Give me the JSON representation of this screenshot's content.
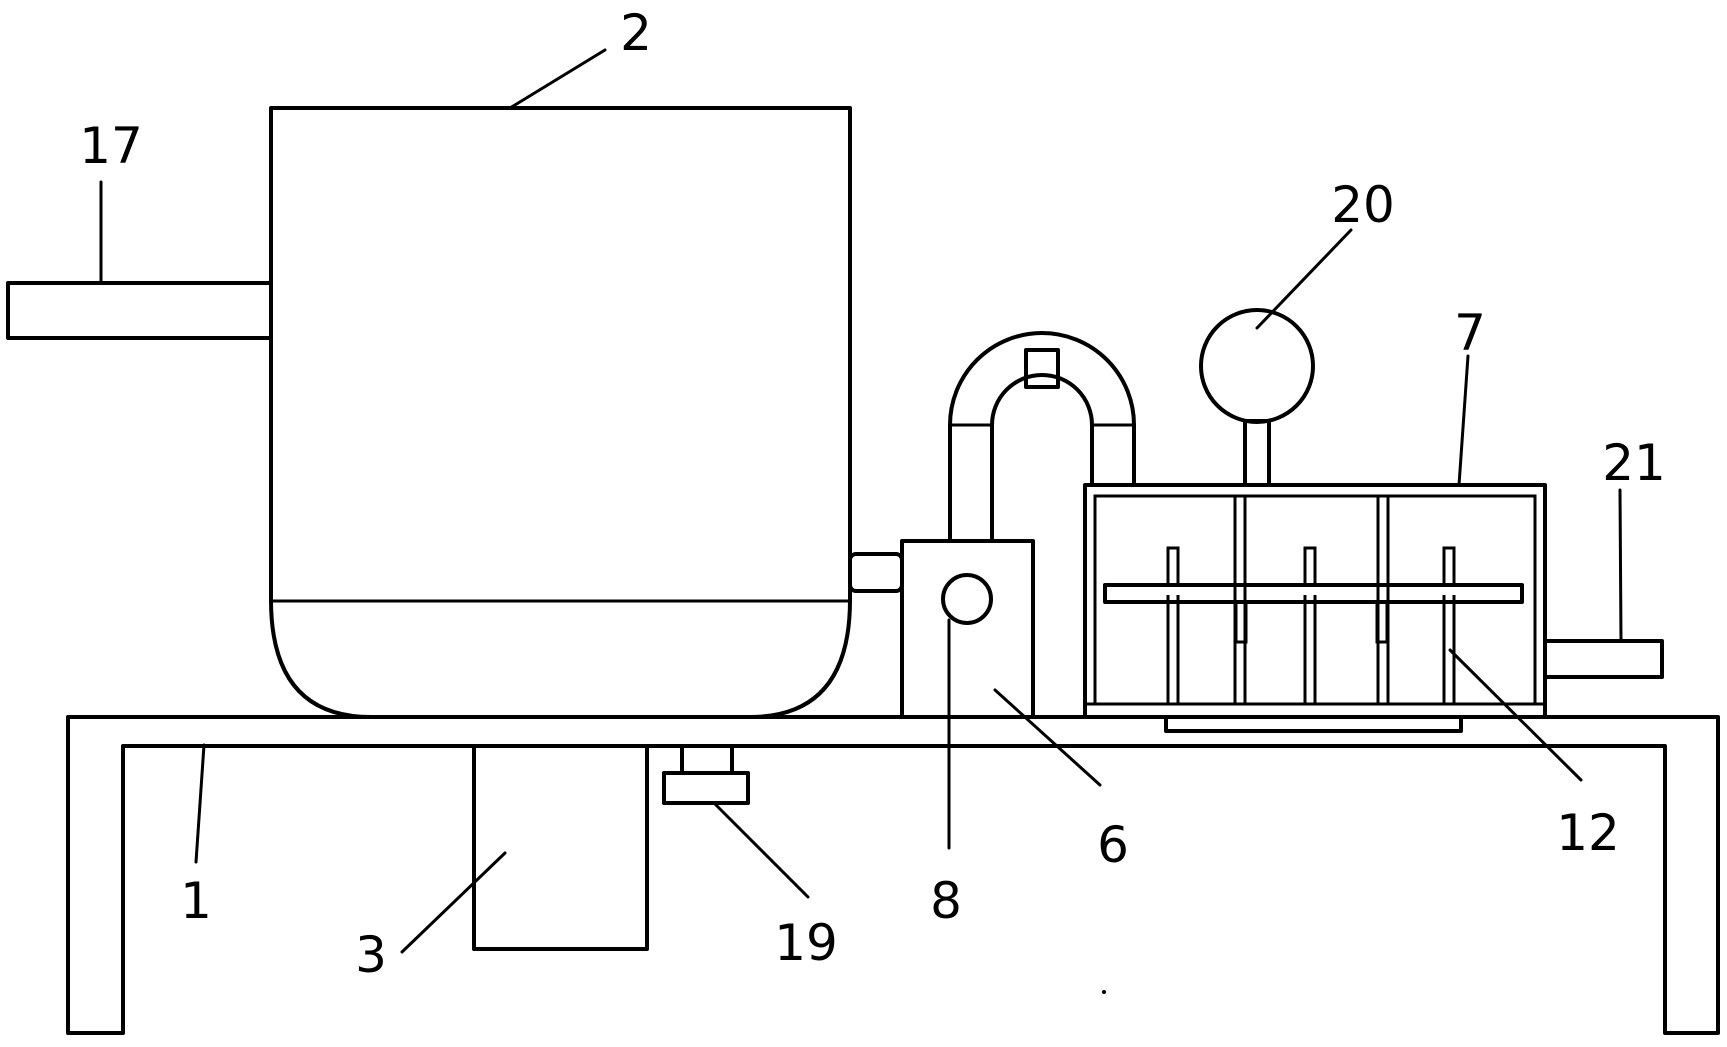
{
  "labels": {
    "l1": "1",
    "l2": "2",
    "l3": "3",
    "l6": "6",
    "l7": "7",
    "l8": "8",
    "l12": "12",
    "l17": "17",
    "l19": "19",
    "l20": "20",
    "l21": "21"
  },
  "colors": {
    "line": "#000000",
    "background": "#ffffff"
  }
}
